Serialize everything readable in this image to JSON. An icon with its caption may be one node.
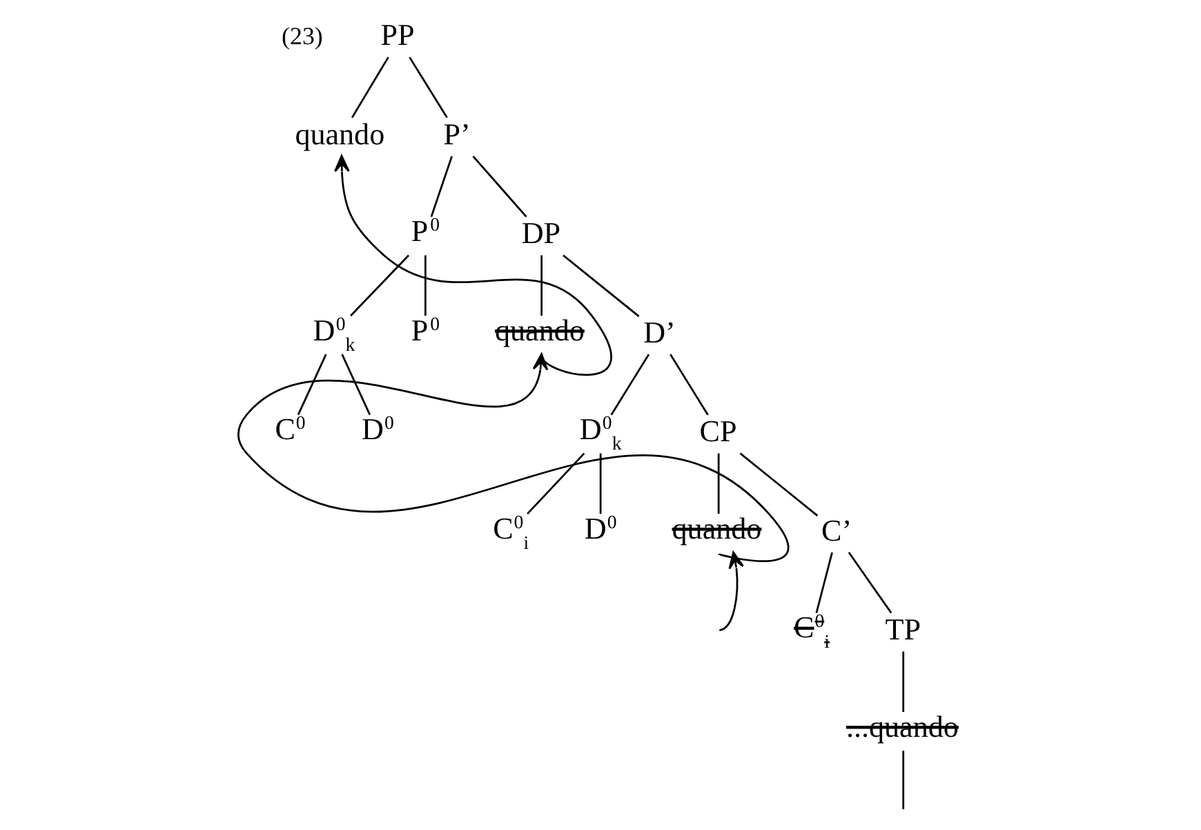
{
  "diagram": {
    "nodes": [
      {
        "text": [
          "PP"
        ]
      },
      {
        "text": [
          "quando"
        ]
      },
      {
        "text": [
          "P’"
        ]
      },
      {
        "text": [
          "P$^{0}$"
        ]
      },
      {
        "text": [
          "DP"
        ]
      },
      {
        "text": [
          "D$^{0}$$_{k}$"
        ]
      },
      {
        "text": [
          "P$^{0}$"
        ]
      },
      {
        "text": [
          "quando"
        ]
      },
      {
        "text": [
          "D’"
        ]
      },
      {
        "text": [
          "C$^{0}$"
        ]
      },
      {
        "text": [
          "D$^{0}$"
        ]
      },
      {
        "text": [
          "D$^{0}$$_{k}$"
        ]
      },
      {
        "text": [
          "CP"
        ]
      },
      {
        "text": [
          "C$^{0}$$_{i}$"
        ]
      },
      {
        "text": [
          "D$^{0}$"
        ]
      },
      {
        "text": [
          "quando"
        ]
      },
      {
        "text": [
          "C’"
        ]
      },
      {
        "text": [
          "C$^{0}$$_{i}$"
        ]
      },
      {
        "text": [
          "TP"
        ]
      },
      {
        "text": [
          "...quando"
        ]
      }
    ],
    "edges": [
      {
        "from": 0,
        "to": 1,
        "arrow": "none"
      },
      {
        "from": 0,
        "to": 2,
        "arrow": "none"
      },
      {
        "from": 2,
        "to": 3,
        "arrow": "none"
      },
      {
        "from": 2,
        "to": 4,
        "arrow": "none"
      },
      {
        "from": 3,
        "to": 5,
        "arrow": "none"
      },
      {
        "from": 3,
        "to": 6,
        "arrow": "none"
      },
      {
        "from": 5,
        "to": 9,
        "arrow": "none"
      },
      {
        "from": 5,
        "to": 10,
        "arrow": "none"
      },
      {
        "from": 4,
        "to": 7,
        "arrow": "none"
      },
      {
        "from": 4,
        "to": 8,
        "arrow": "none"
      },
      {
        "from": 8,
        "to": 11,
        "arrow": "none"
      },
      {
        "from": 8,
        "to": 12,
        "arrow": "none"
      },
      {
        "from": 11,
        "to": 13,
        "arrow": "none"
      },
      {
        "from": 11,
        "to": 14,
        "arrow": "none"
      },
      {
        "from": 12,
        "to": 15,
        "arrow": "none"
      },
      {
        "from": 12,
        "to": 16,
        "arrow": "none"
      },
      {
        "from": 16,
        "to": 17,
        "arrow": "none"
      },
      {
        "from": 16,
        "to": 18,
        "arrow": "none"
      },
      {
        "from": 18,
        "to": 19,
        "arrow": "none"
      },
      {
        "from": 7,
        "to": 1,
        "arrow": "to"
      },
      {
        "from": 15,
        "to": 7,
        "arrow": "to"
      },
      {
        "from": null,
        "to": 15,
        "arrow": "to"
      },
      {
        "from": 19,
        "to": null,
        "arrow": "none"
      }
    ],
    "labels": [
      "(23)"
    ]
  }
}
